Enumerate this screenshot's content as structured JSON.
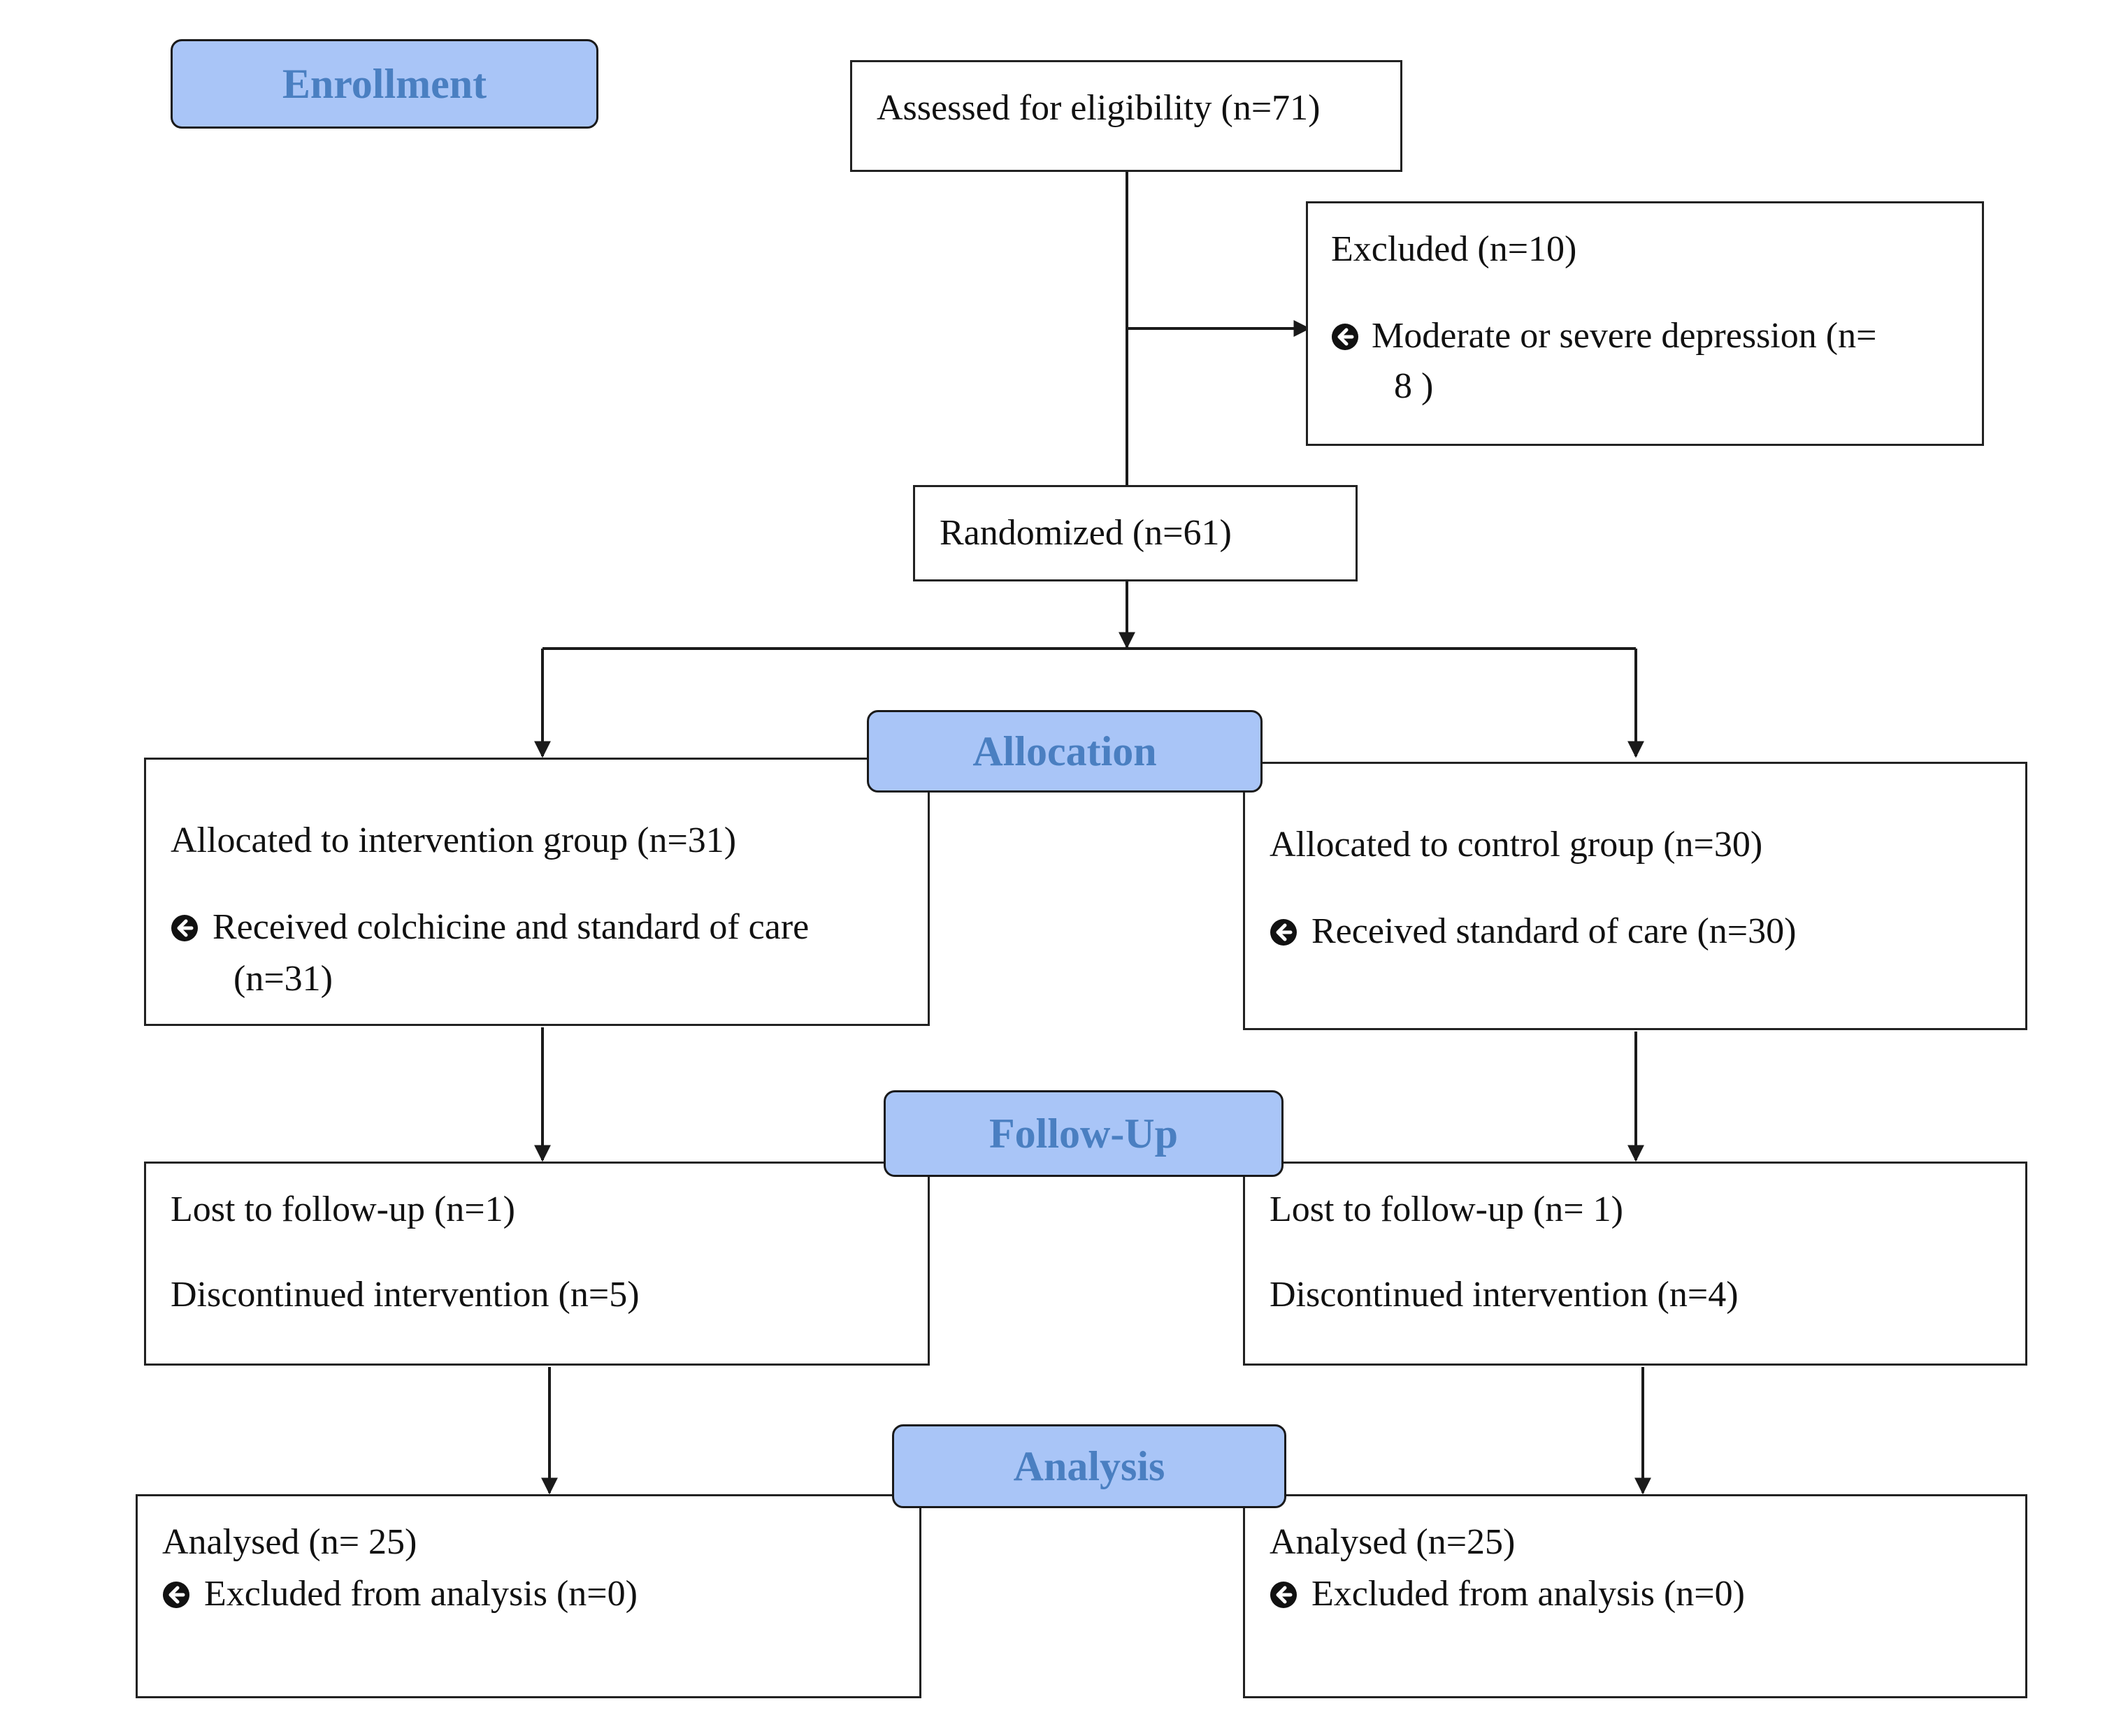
{
  "stages": {
    "enrollment": "Enrollment",
    "allocation": "Allocation",
    "follow_up": "Follow-Up",
    "analysis": "Analysis"
  },
  "enrollment": {
    "assessed": "Assessed for eligibility (n=71)",
    "excluded_title": "Excluded (n=10)",
    "excluded_reason_line1": "Moderate or severe depression (n=",
    "excluded_reason_line2": "8 )",
    "randomized": "Randomized (n=61)"
  },
  "allocation": {
    "intervention": {
      "title": "Allocated to intervention group (n=31)",
      "detail_line1": "Received colchicine and standard of care",
      "detail_line2": "(n=31)"
    },
    "control": {
      "title": "Allocated to control group (n=30)",
      "detail": "Received standard of care (n=30)"
    }
  },
  "follow_up": {
    "intervention": {
      "lost": "Lost to follow-up (n=1)",
      "discontinued": "Discontinued intervention (n=5)"
    },
    "control": {
      "lost": "Lost to follow-up (n= 1)",
      "discontinued": "Discontinued intervention (n=4)"
    }
  },
  "analysis": {
    "intervention": {
      "analysed": "Analysed (n= 25)",
      "excluded": "Excluded from analysis (n=0)"
    },
    "control": {
      "analysed": "Analysed (n=25)",
      "excluded": "Excluded from analysis (n=0)"
    }
  },
  "icons": {
    "bullet": "circle-arrow-left-icon"
  },
  "colors": {
    "stage_fill": "#a9c5f7",
    "stage_text": "#4a7fc1",
    "line": "#1a1a1a"
  }
}
